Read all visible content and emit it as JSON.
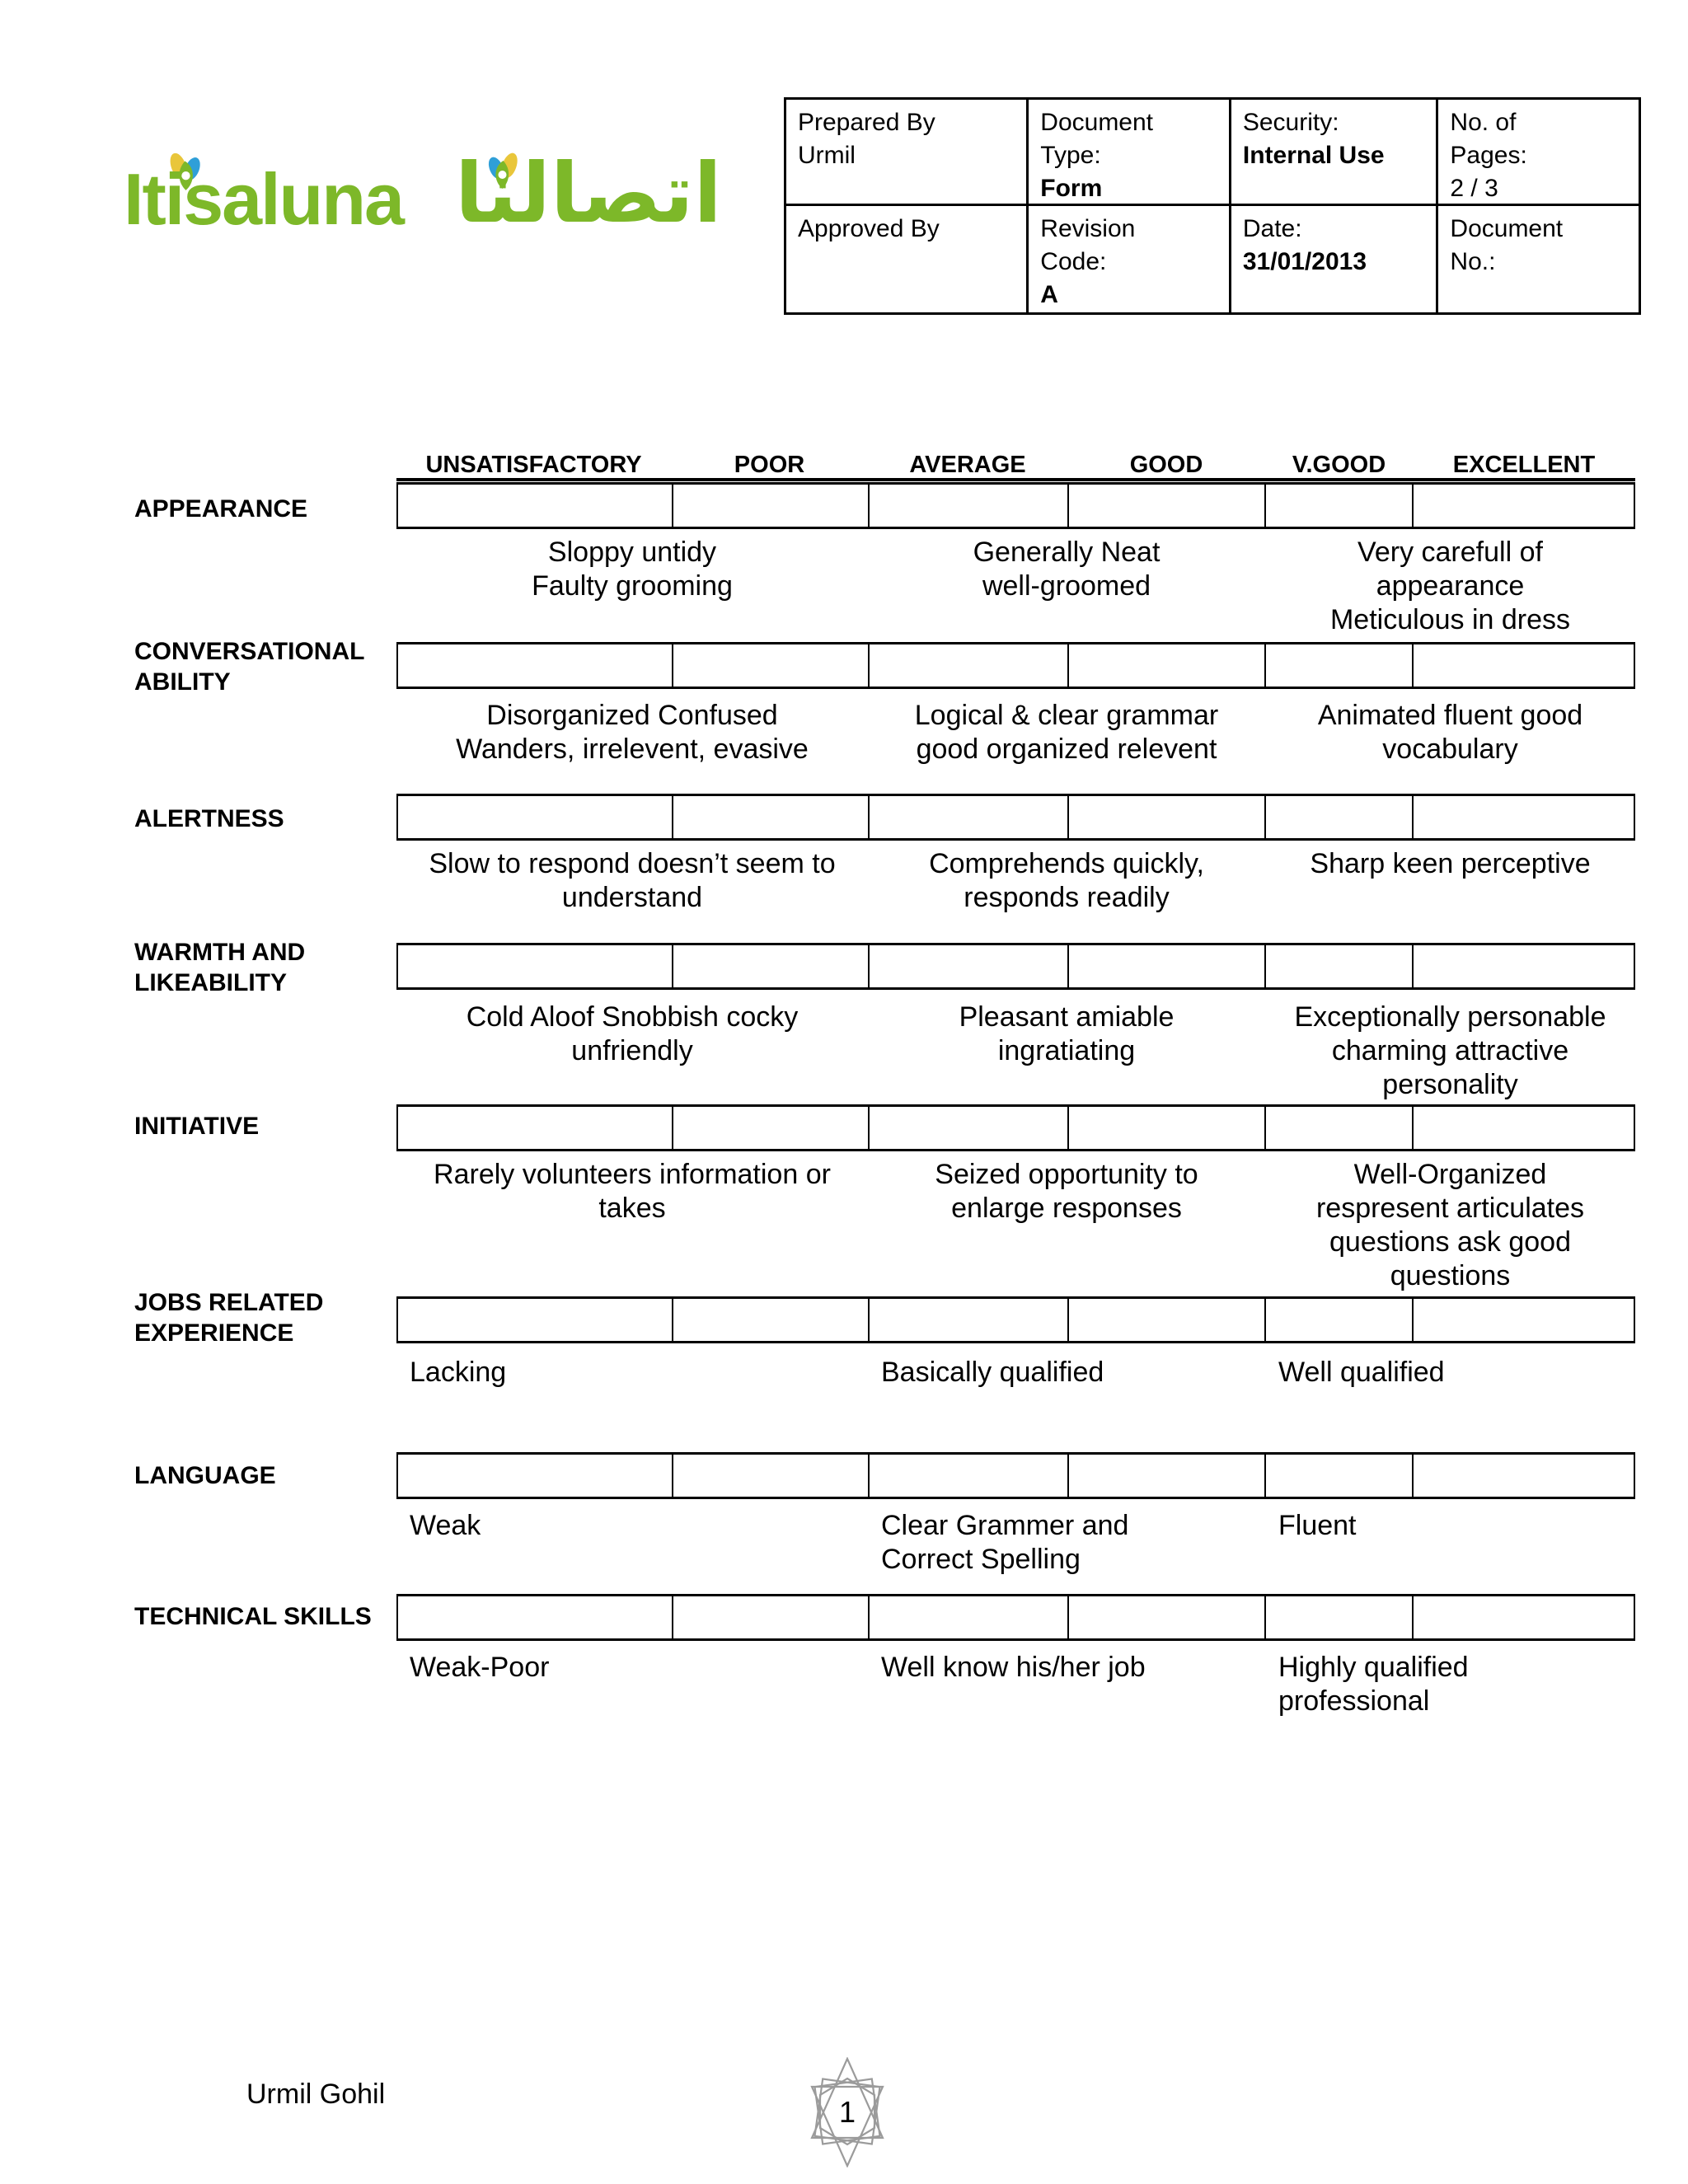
{
  "logo": {
    "latin": "Itisaluna",
    "arabic": "اتصالنا",
    "brand_green": "#7db829",
    "flame_yellow": "#e9c63a",
    "flame_blue": "#2f9fd8"
  },
  "doc_table": {
    "cells": [
      {
        "plain": "Prepared By\nUrmil",
        "bold": ""
      },
      {
        "plain": "Document\nType:",
        "bold": "Form"
      },
      {
        "plain": "Security:",
        "bold": "Internal Use"
      },
      {
        "plain": "No. of\nPages:\n2 / 3",
        "bold": ""
      },
      {
        "plain": "Approved By",
        "bold": ""
      },
      {
        "plain": "Revision\nCode:",
        "bold": "A"
      },
      {
        "plain": "Date:",
        "bold": "31/01/2013"
      },
      {
        "plain": "Document\nNo.:",
        "bold": ""
      }
    ]
  },
  "scale": {
    "labels": [
      "UNSATISFACTORY",
      "POOR",
      "AVERAGE",
      "GOOD",
      "V.GOOD",
      "EXCELLENT"
    ]
  },
  "criteria": [
    {
      "label": "APPEARANCE",
      "desc": [
        "Sloppy untidy\nFaulty grooming",
        "Generally Neat\nwell-groomed",
        "Very carefull of\nappearance\nMeticulous in dress"
      ]
    },
    {
      "label": "CONVERSATIONAL ABILITY",
      "desc": [
        "Disorganized Confused\nWanders, irrelevent, evasive",
        "Logical & clear grammar\ngood organized relevent",
        "Animated fluent good\nvocabulary"
      ]
    },
    {
      "label": "ALERTNESS",
      "desc": [
        "Slow to respond doesn’t seem to\nunderstand",
        "Comprehends quickly,\nresponds readily",
        "Sharp keen perceptive"
      ]
    },
    {
      "label": "WARMTH AND LIKEABILITY",
      "desc": [
        "Cold Aloof Snobbish cocky\nunfriendly",
        "Pleasant amiable\ningratiating",
        "Exceptionally personable\ncharming attractive\npersonality"
      ]
    },
    {
      "label": "INITIATIVE",
      "desc": [
        "Rarely volunteers information or\ntakes",
        "Seized opportunity to\nenlarge responses",
        "Well-Organized\nrespresent articulates\nquestions ask good\nquestions"
      ]
    },
    {
      "label": "JOBS RELATED EXPERIENCE",
      "desc": [
        "Lacking",
        "Basically qualified",
        "Well qualified"
      ]
    },
    {
      "label": "LANGUAGE",
      "desc": [
        "Weak",
        "Clear Grammer and\nCorrect Spelling",
        "Fluent"
      ]
    },
    {
      "label": "TECHNICAL SKILLS",
      "desc": [
        "Weak-Poor",
        "Well know his/her job",
        "Highly qualified\nprofessional"
      ]
    }
  ],
  "footer": {
    "author": "Urmil Gohil",
    "page_number": "1"
  }
}
